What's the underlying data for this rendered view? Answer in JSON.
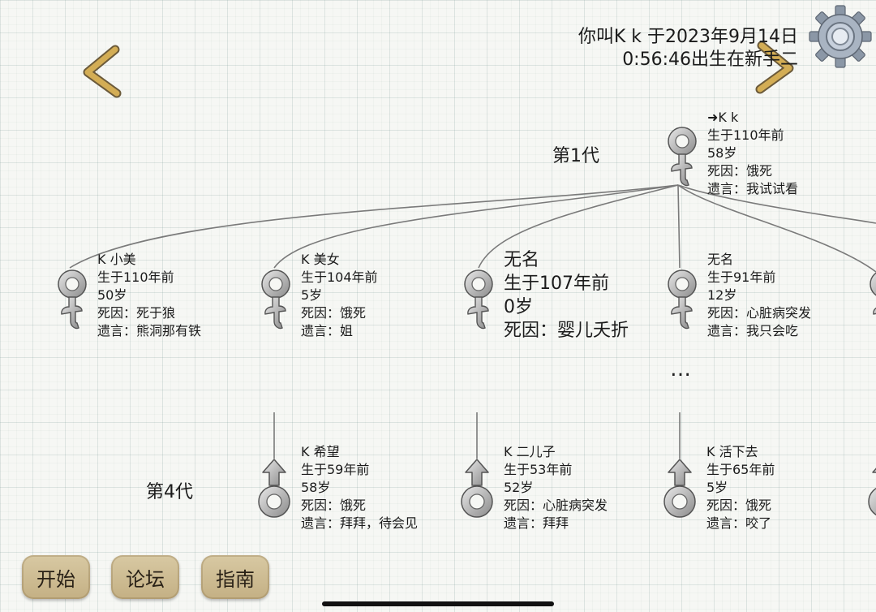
{
  "header": {
    "birth_line1": "你叫K k 于2023年9月14日",
    "birth_line2": "0:56:46出生在新手二"
  },
  "icons": {
    "back": "chevron-left-icon",
    "forward": "chevron-right-icon",
    "settings": "gear-icon",
    "female": "female-symbol-icon",
    "male": "male-symbol-icon"
  },
  "generations": {
    "gen1": "第1代",
    "gen4": "第4代"
  },
  "ancestor": {
    "name": "➜K k",
    "born": "生于110年前",
    "age": "58岁",
    "cause": "死因：饿死",
    "will": "遗言：我试试看"
  },
  "children": [
    {
      "name": "K 小美",
      "born": "生于110年前",
      "age": "50岁",
      "cause": "死因：死于狼",
      "will": "遗言：熊洞那有铁"
    },
    {
      "name": "K 美女",
      "born": "生于104年前",
      "age": "5岁",
      "cause": "死因：饿死",
      "will": "遗言：姐"
    },
    {
      "name": "无名",
      "born": "生于107年前",
      "age": "0岁",
      "cause": "死因：婴儿夭折"
    },
    {
      "name": "无名",
      "born": "生于91年前",
      "age": "12岁",
      "cause": "死因：心脏病突发",
      "will": "遗言：我只会吃"
    }
  ],
  "ellipsis": "…",
  "gen4_people": [
    {
      "name": "K 希望",
      "born": "生于59年前",
      "age": "58岁",
      "cause": "死因：饿死",
      "will": "遗言：拜拜，待会见"
    },
    {
      "name": "K 二儿子",
      "born": "生于53年前",
      "age": "52岁",
      "cause": "死因：心脏病突发",
      "will": "遗言：拜拜"
    },
    {
      "name": "K 活下去",
      "born": "生于65年前",
      "age": "5岁",
      "cause": "死因：饿死",
      "will": "遗言：咬了"
    }
  ],
  "buttons": {
    "start": "开始",
    "forum": "论坛",
    "guide": "指南"
  },
  "colors": {
    "button_bg": "#c9b68c",
    "chevron": "#c8a24e",
    "grid": "#b4c6c2"
  }
}
